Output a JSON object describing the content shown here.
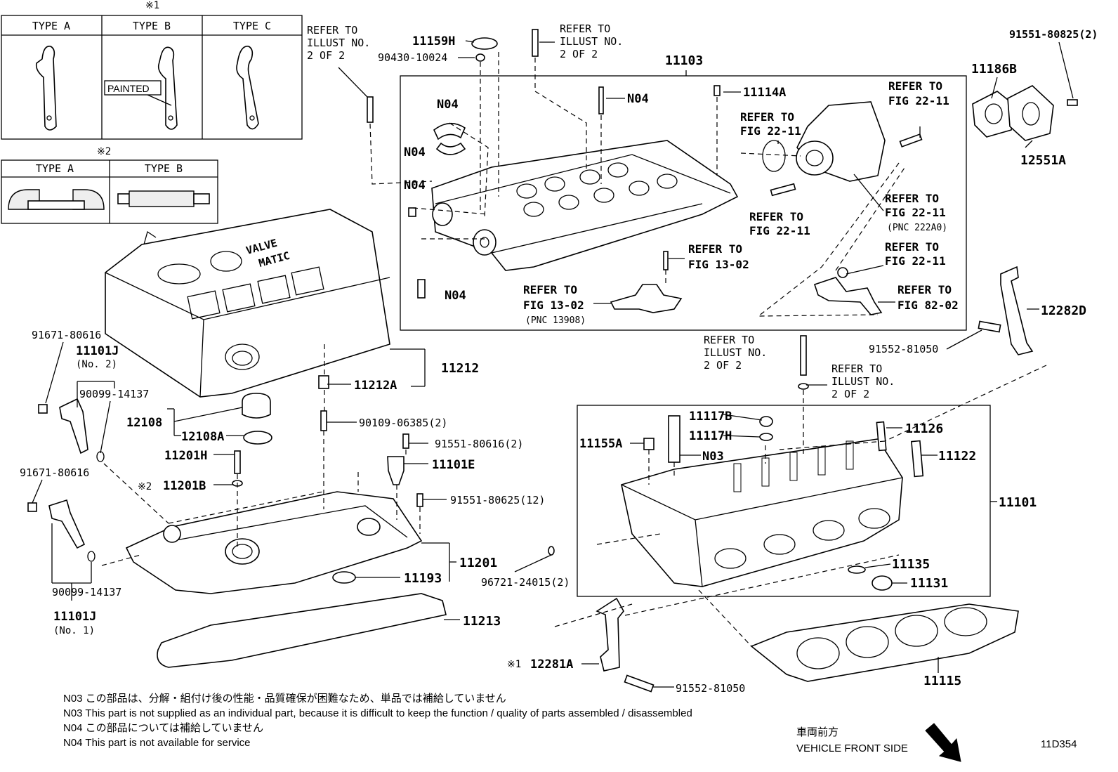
{
  "legend1": {
    "mark": "※1",
    "headers": [
      "TYPE A",
      "TYPE B",
      "TYPE C"
    ],
    "painted_label": "PAINTED"
  },
  "legend2": {
    "mark": "※2",
    "headers": [
      "TYPE A",
      "TYPE B"
    ]
  },
  "cover": {
    "logo_text_1": "VALVE",
    "logo_text_2": "MATIC"
  },
  "labels": {
    "refer_illust_1": [
      "REFER TO",
      "ILLUST NO.",
      "2 OF 2"
    ],
    "refer_illust_2": [
      "REFER TO",
      "ILLUST NO.",
      "2 OF 2"
    ],
    "refer_illust_3": [
      "REFER TO",
      "ILLUST NO.",
      "2 OF 2"
    ],
    "refer_illust_4": [
      "REFER TO",
      "ILLUST NO.",
      "2 OF 2"
    ],
    "p11159H": "11159H",
    "p90430": "90430-10024",
    "p11103": "11103",
    "p91551_80825": "91551-80825(2)",
    "p11186B": "11186B",
    "p12551A": "12551A",
    "p11114A": "11114A",
    "n04_a": "N04",
    "n04_b": "N04",
    "n04_c": "N04",
    "n04_d": "N04",
    "n04_e": "N04",
    "refer_22_11_a": [
      "REFER TO",
      "FIG 22-11"
    ],
    "refer_22_11_b": [
      "REFER TO",
      "FIG 22-11"
    ],
    "refer_22_11_c": [
      "REFER TO",
      "FIG 22-11"
    ],
    "refer_22_11_d": [
      "REFER TO",
      "FIG 22-11",
      "(PNC 222A0)"
    ],
    "refer_22_11_e": [
      "REFER TO",
      "FIG 22-11"
    ],
    "refer_13_02_a": [
      "REFER TO",
      "FIG 13-02"
    ],
    "refer_13_02_b": [
      "REFER TO",
      "FIG 13-02",
      "(PNC 13908)"
    ],
    "refer_82_02": [
      "REFER TO",
      "FIG 82-02"
    ],
    "p12282D": "12282D",
    "p91552_81050_a": "91552-81050",
    "p91671_a": "91671-80616",
    "p11101J_2": "11101J",
    "no2": "(No. 2)",
    "p90099_a": "90099-14137",
    "p11212": "11212",
    "p11212A": "11212A",
    "p12108": "12108",
    "p12108A": "12108A",
    "p11201H": "11201H",
    "p11201B": "11201B",
    "mark2_b": "※2",
    "p90109": "90109-06385(2)",
    "p91551_80616": "91551-80616(2)",
    "p11101E": "11101E",
    "p91551_80625": "91551-80625(12)",
    "p91671_b": "91671-80616",
    "p11201": "11201",
    "p11193": "11193",
    "p90099_b": "90099-14137",
    "p11101J_1": "11101J",
    "no1": "(No. 1)",
    "p11213": "11213",
    "p96721": "96721-24015(2)",
    "p11117B": "11117B",
    "p11117H": "11117H",
    "p11155A": "11155A",
    "n03": "N03",
    "p11126": "11126",
    "p11122": "11122",
    "p11101": "11101",
    "p11135": "11135",
    "p11131": "11131",
    "mark1_b": "※1",
    "p12281A": "12281A",
    "p91552_81050_b": "91552-81050",
    "p11115": "11115"
  },
  "notes": [
    "N03  この部品は、分解・組付け後の性能・品質確保が困難なため、単品では補給していません",
    "N03  This part is not supplied as an individual part, because it is difficult to keep the function / quality of parts  assembled / disassembled",
    "N04  この部品については補給していません",
    "N04  This part is not available for service"
  ],
  "front": {
    "jp": "車両前方",
    "en": "VEHICLE FRONT SIDE"
  },
  "diagram_id": "11D354"
}
